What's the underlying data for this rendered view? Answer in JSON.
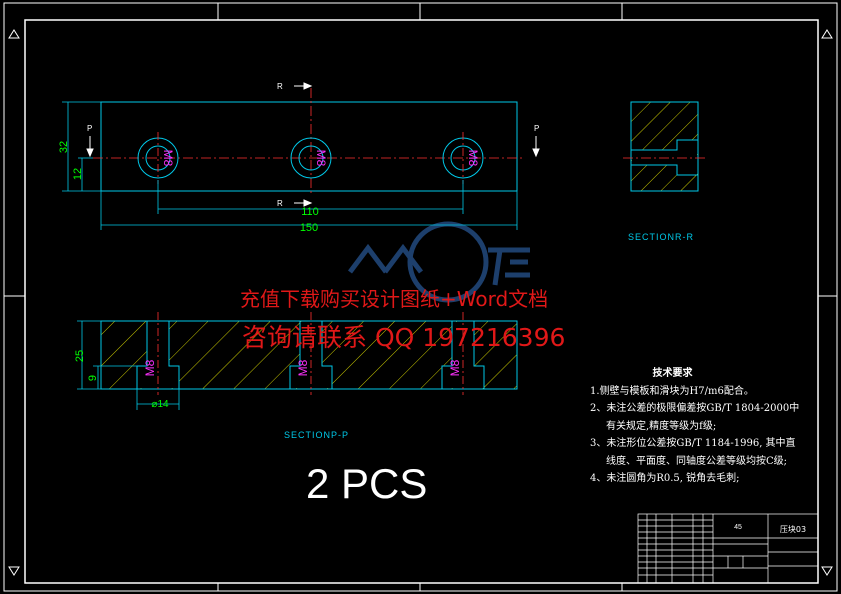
{
  "watermark": {
    "line1": "充值下载购买设计图纸+Word文档",
    "line2": "咨询请联系  QQ 197216396"
  },
  "top_view": {
    "marker_p_left": "P",
    "marker_p_right": "P",
    "marker_r_top": "R",
    "marker_r_bottom": "R",
    "dim_32": "32",
    "dim_12": "12",
    "dim_110": "110",
    "dim_150": "150",
    "hole_labels": [
      "M8",
      "M8",
      "M8"
    ]
  },
  "section_r": {
    "label": "SECTIONR-R"
  },
  "section_p": {
    "label": "SECTIONP-P",
    "dim_25": "25",
    "dim_9": "9",
    "dim_dia": "⌀14",
    "hole_labels": [
      "M8",
      "M8",
      "M8"
    ]
  },
  "quantity": "2 PCS",
  "notes": {
    "title": "技术要求",
    "line1": "1.侧壁与模板和滑块为H7/m6配合。",
    "line2a": "2、未注公差的极限偏差按GB/T 1804-2000中",
    "line2b": "有关规定,精度等级为f级;",
    "line3a": "3、未注形位公差按GB/T 1184-1996, 其中直",
    "line3b": "线度、平面度、同轴度公差等级均按C级;",
    "line4": "4、未注圆角为R0.5, 锐角去毛刺;"
  },
  "title_block": {
    "material": "45",
    "part_name": "压块03"
  },
  "colors": {
    "part": "#00c8e8",
    "hatch": "#c8c800",
    "dimension": "#00ff00",
    "centerline": "#ff3030",
    "thread": "#ff30ff",
    "watermark": "#e01818",
    "text": "#ffffff"
  }
}
